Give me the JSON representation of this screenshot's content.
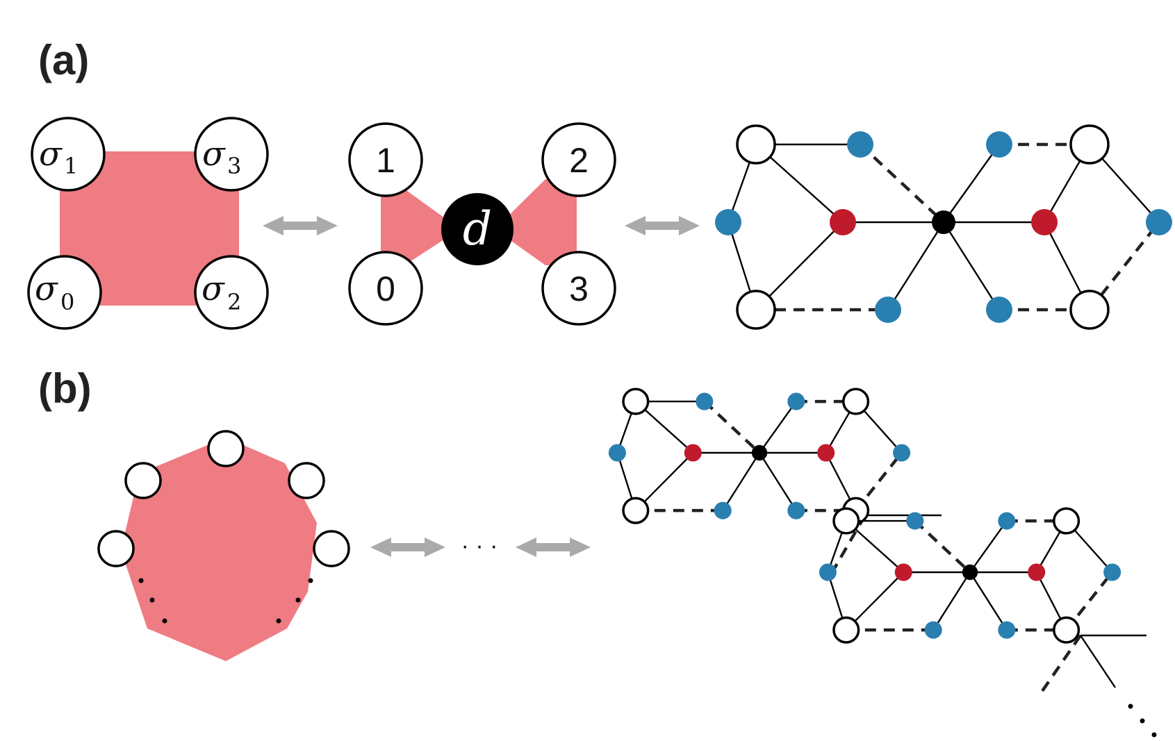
{
  "panels": {
    "a": "(a)",
    "b": "(b)"
  },
  "sigma_nodes": [
    {
      "symbol": "σ",
      "index": "1"
    },
    {
      "symbol": "σ",
      "index": "3"
    },
    {
      "symbol": "σ",
      "index": "0"
    },
    {
      "symbol": "σ",
      "index": "2"
    }
  ],
  "leg_labels": [
    "1",
    "2",
    "0",
    "3"
  ],
  "center_symbol": "d",
  "ellipsis": "· · ·",
  "colors": {
    "tensor_fill": "#ee7c82",
    "arrow": "#a9aba9",
    "blue_node": "#2a7fb1",
    "red_node": "#bf1b2c",
    "black_node": "#000000"
  }
}
